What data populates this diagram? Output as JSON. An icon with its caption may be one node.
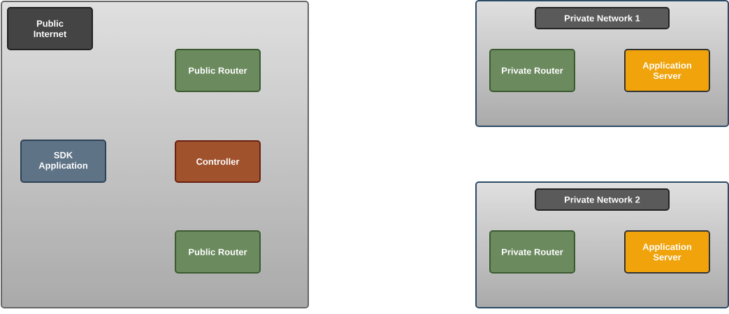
{
  "diagram": {
    "nodes": [
      {
        "text": [],
        "shape": "box"
      },
      {
        "text": [
          "Public Internet"
        ],
        "in": 0
      },
      {
        "text": [
          "Public Router"
        ],
        "in": 0
      },
      {
        "text": [
          "SDK Application"
        ],
        "in": 0
      },
      {
        "text": [
          "Controller"
        ],
        "in": 0
      },
      {
        "text": [
          "Public Router"
        ],
        "in": 0
      },
      {
        "text": [],
        "shape": "box"
      },
      {
        "text": [
          "Private Network 1"
        ],
        "in": 6
      },
      {
        "text": [
          "Private Router"
        ],
        "in": 6
      },
      {
        "text": [
          "Application Server"
        ],
        "in": 6
      },
      {
        "text": [],
        "shape": "box"
      },
      {
        "text": [
          "Private Network 2"
        ],
        "in": 10
      },
      {
        "text": [
          "Private Router"
        ],
        "in": 10
      },
      {
        "text": [
          "Application Server"
        ],
        "in": 10
      }
    ],
    "edges": []
  }
}
